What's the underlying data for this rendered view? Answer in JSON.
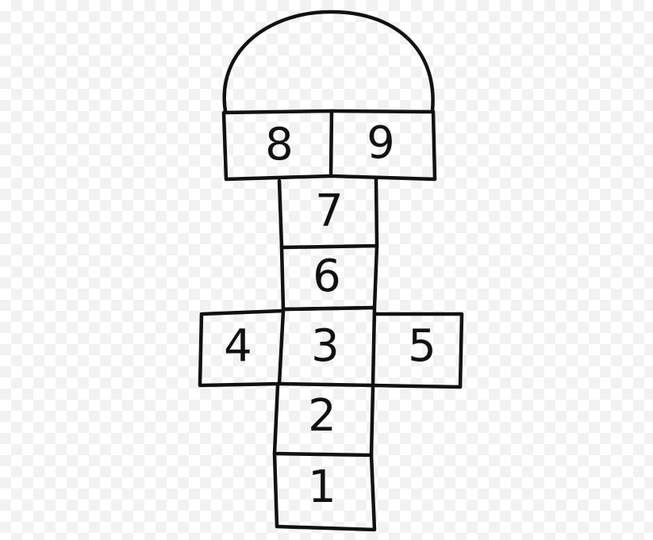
{
  "hopscotch": {
    "squares": [
      {
        "id": "1",
        "label": "1"
      },
      {
        "id": "2",
        "label": "2"
      },
      {
        "id": "3",
        "label": "3"
      },
      {
        "id": "4",
        "label": "4"
      },
      {
        "id": "5",
        "label": "5"
      },
      {
        "id": "6",
        "label": "6"
      },
      {
        "id": "7",
        "label": "7"
      },
      {
        "id": "8",
        "label": "8"
      },
      {
        "id": "9",
        "label": "9"
      }
    ],
    "colors": {
      "line": "#111111",
      "background": "#ffffff"
    }
  }
}
